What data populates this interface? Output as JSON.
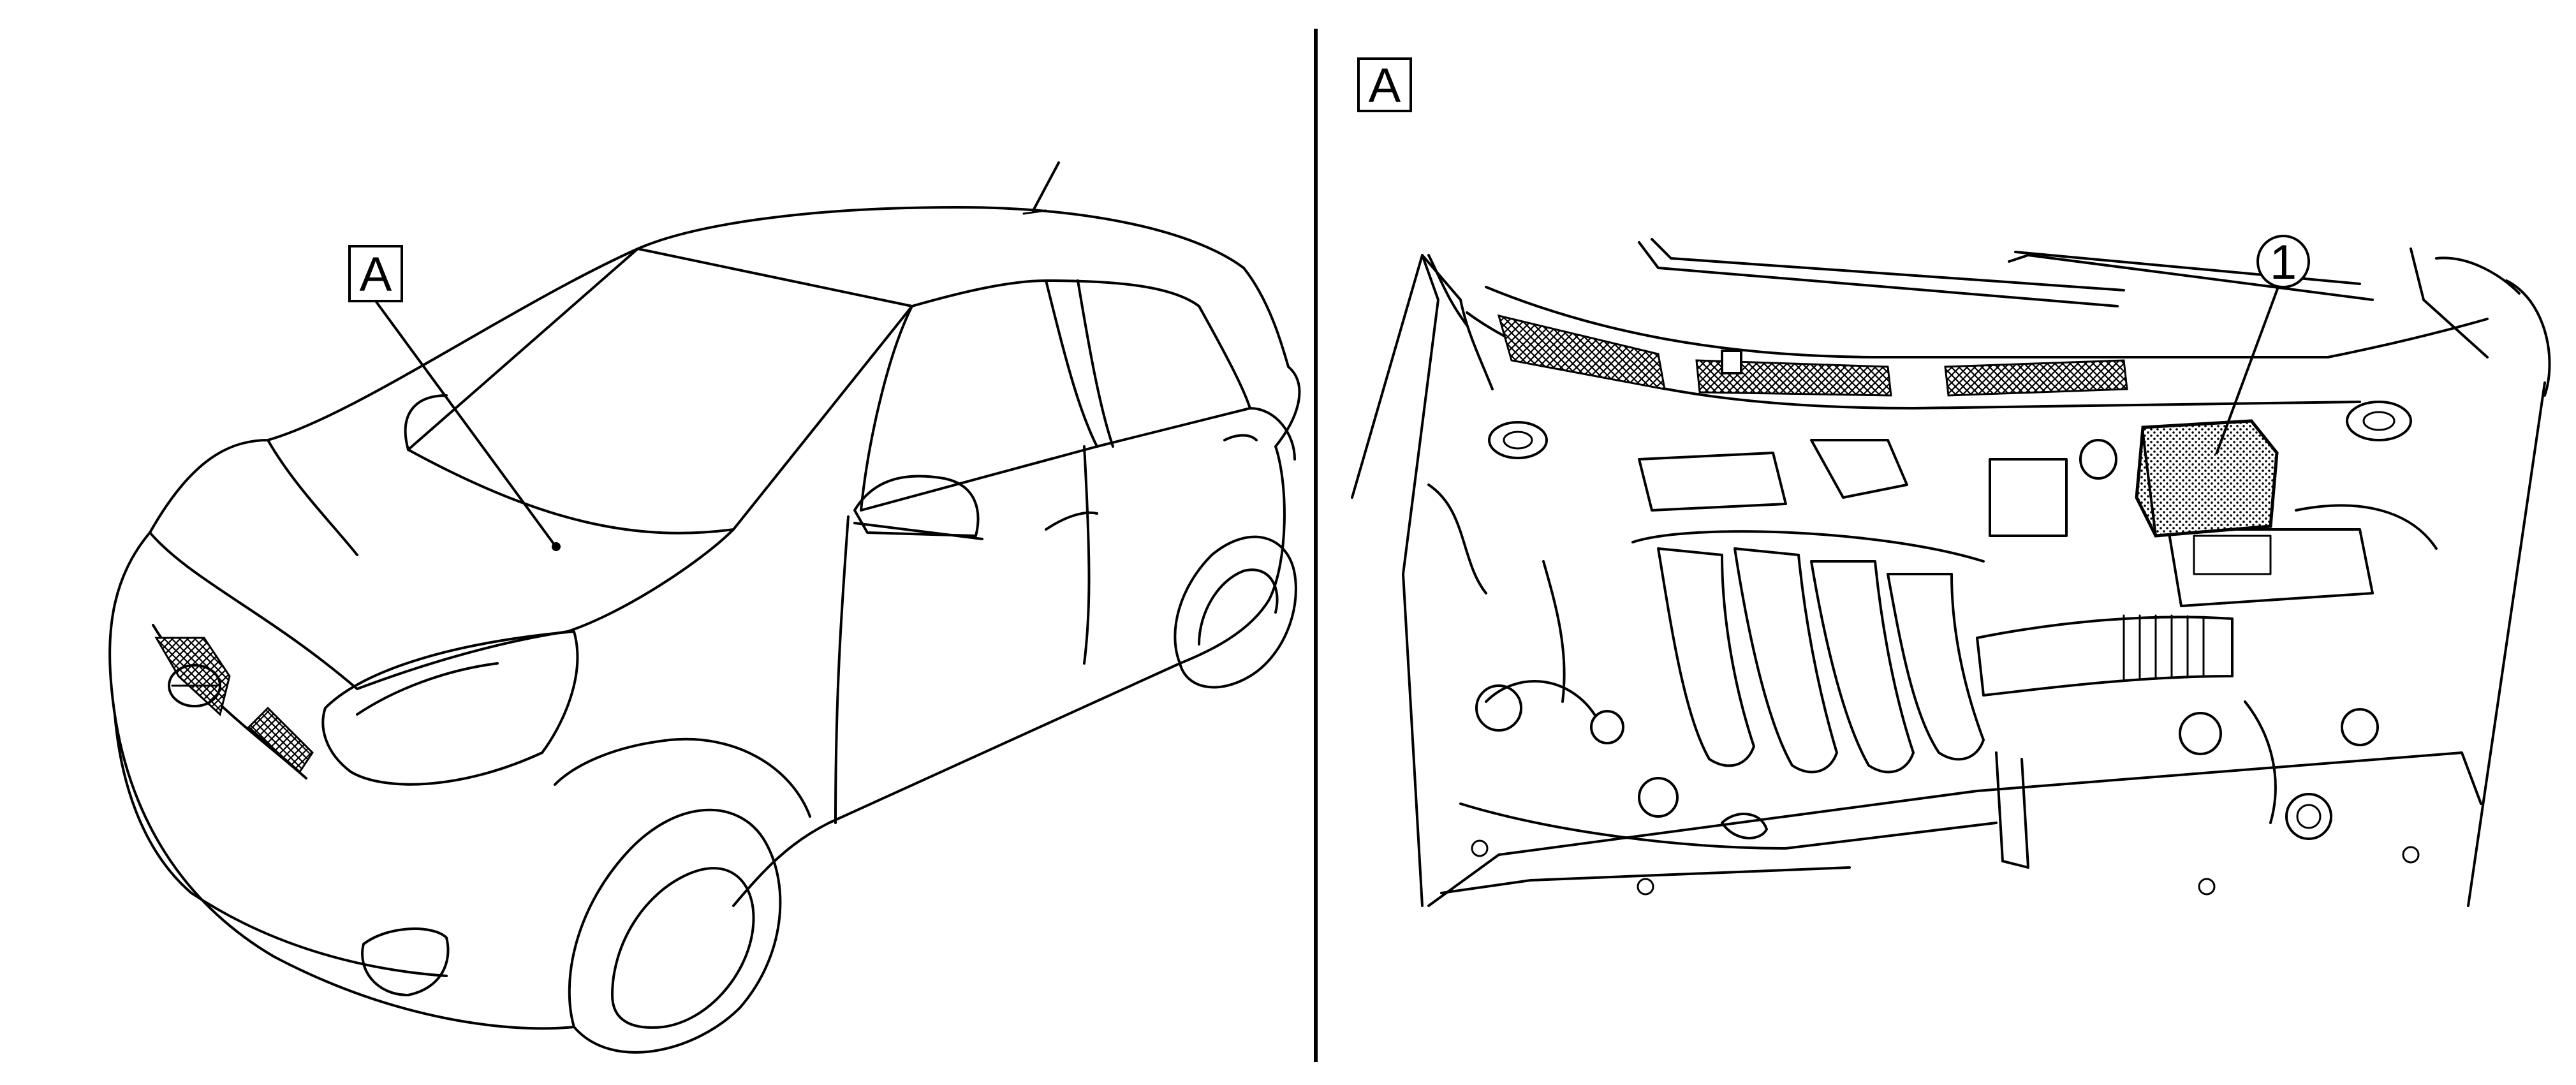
{
  "left_view": {
    "callout_label": "A"
  },
  "right_view": {
    "view_label": "A",
    "callout_number": "1"
  },
  "colors": {
    "line": "#000000",
    "background": "#ffffff"
  }
}
